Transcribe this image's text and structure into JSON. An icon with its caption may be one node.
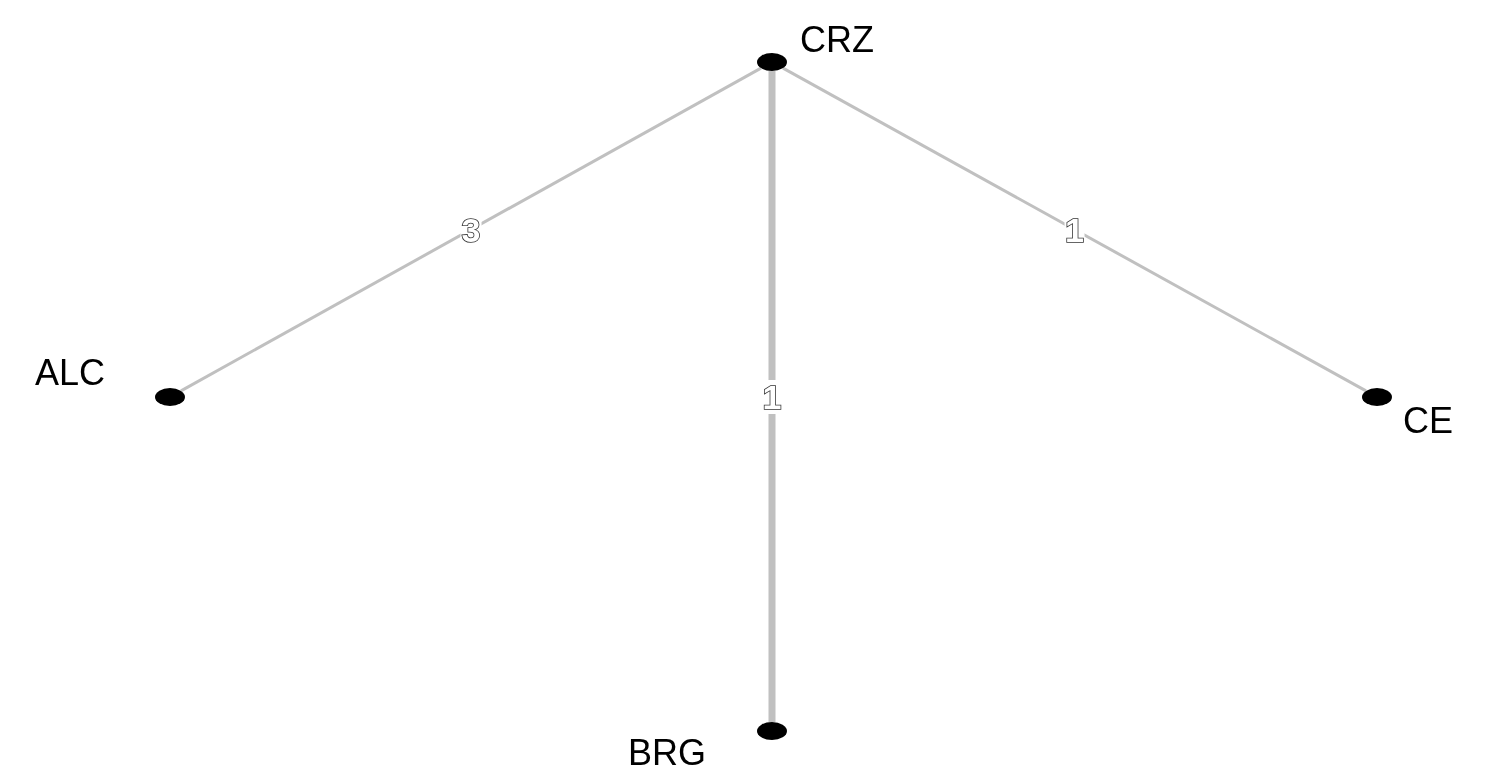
{
  "diagram": {
    "nodes": [
      {
        "text": [],
        "shape": "circle",
        "beside": [
          "CRZ"
        ]
      },
      {
        "text": [],
        "shape": "circle",
        "beside": [
          "ALC"
        ]
      },
      {
        "text": [],
        "shape": "circle",
        "beside": [
          "CE"
        ]
      },
      {
        "text": [],
        "shape": "circle",
        "beside": [
          "BRG"
        ]
      }
    ],
    "edges": [
      {
        "from": 0,
        "to": 1,
        "arrow": "none",
        "label": "3"
      },
      {
        "from": 0,
        "to": 3,
        "arrow": "none",
        "label": "1",
        "style": "thick"
      },
      {
        "from": 0,
        "to": 2,
        "arrow": "none",
        "label": "1"
      }
    ]
  }
}
